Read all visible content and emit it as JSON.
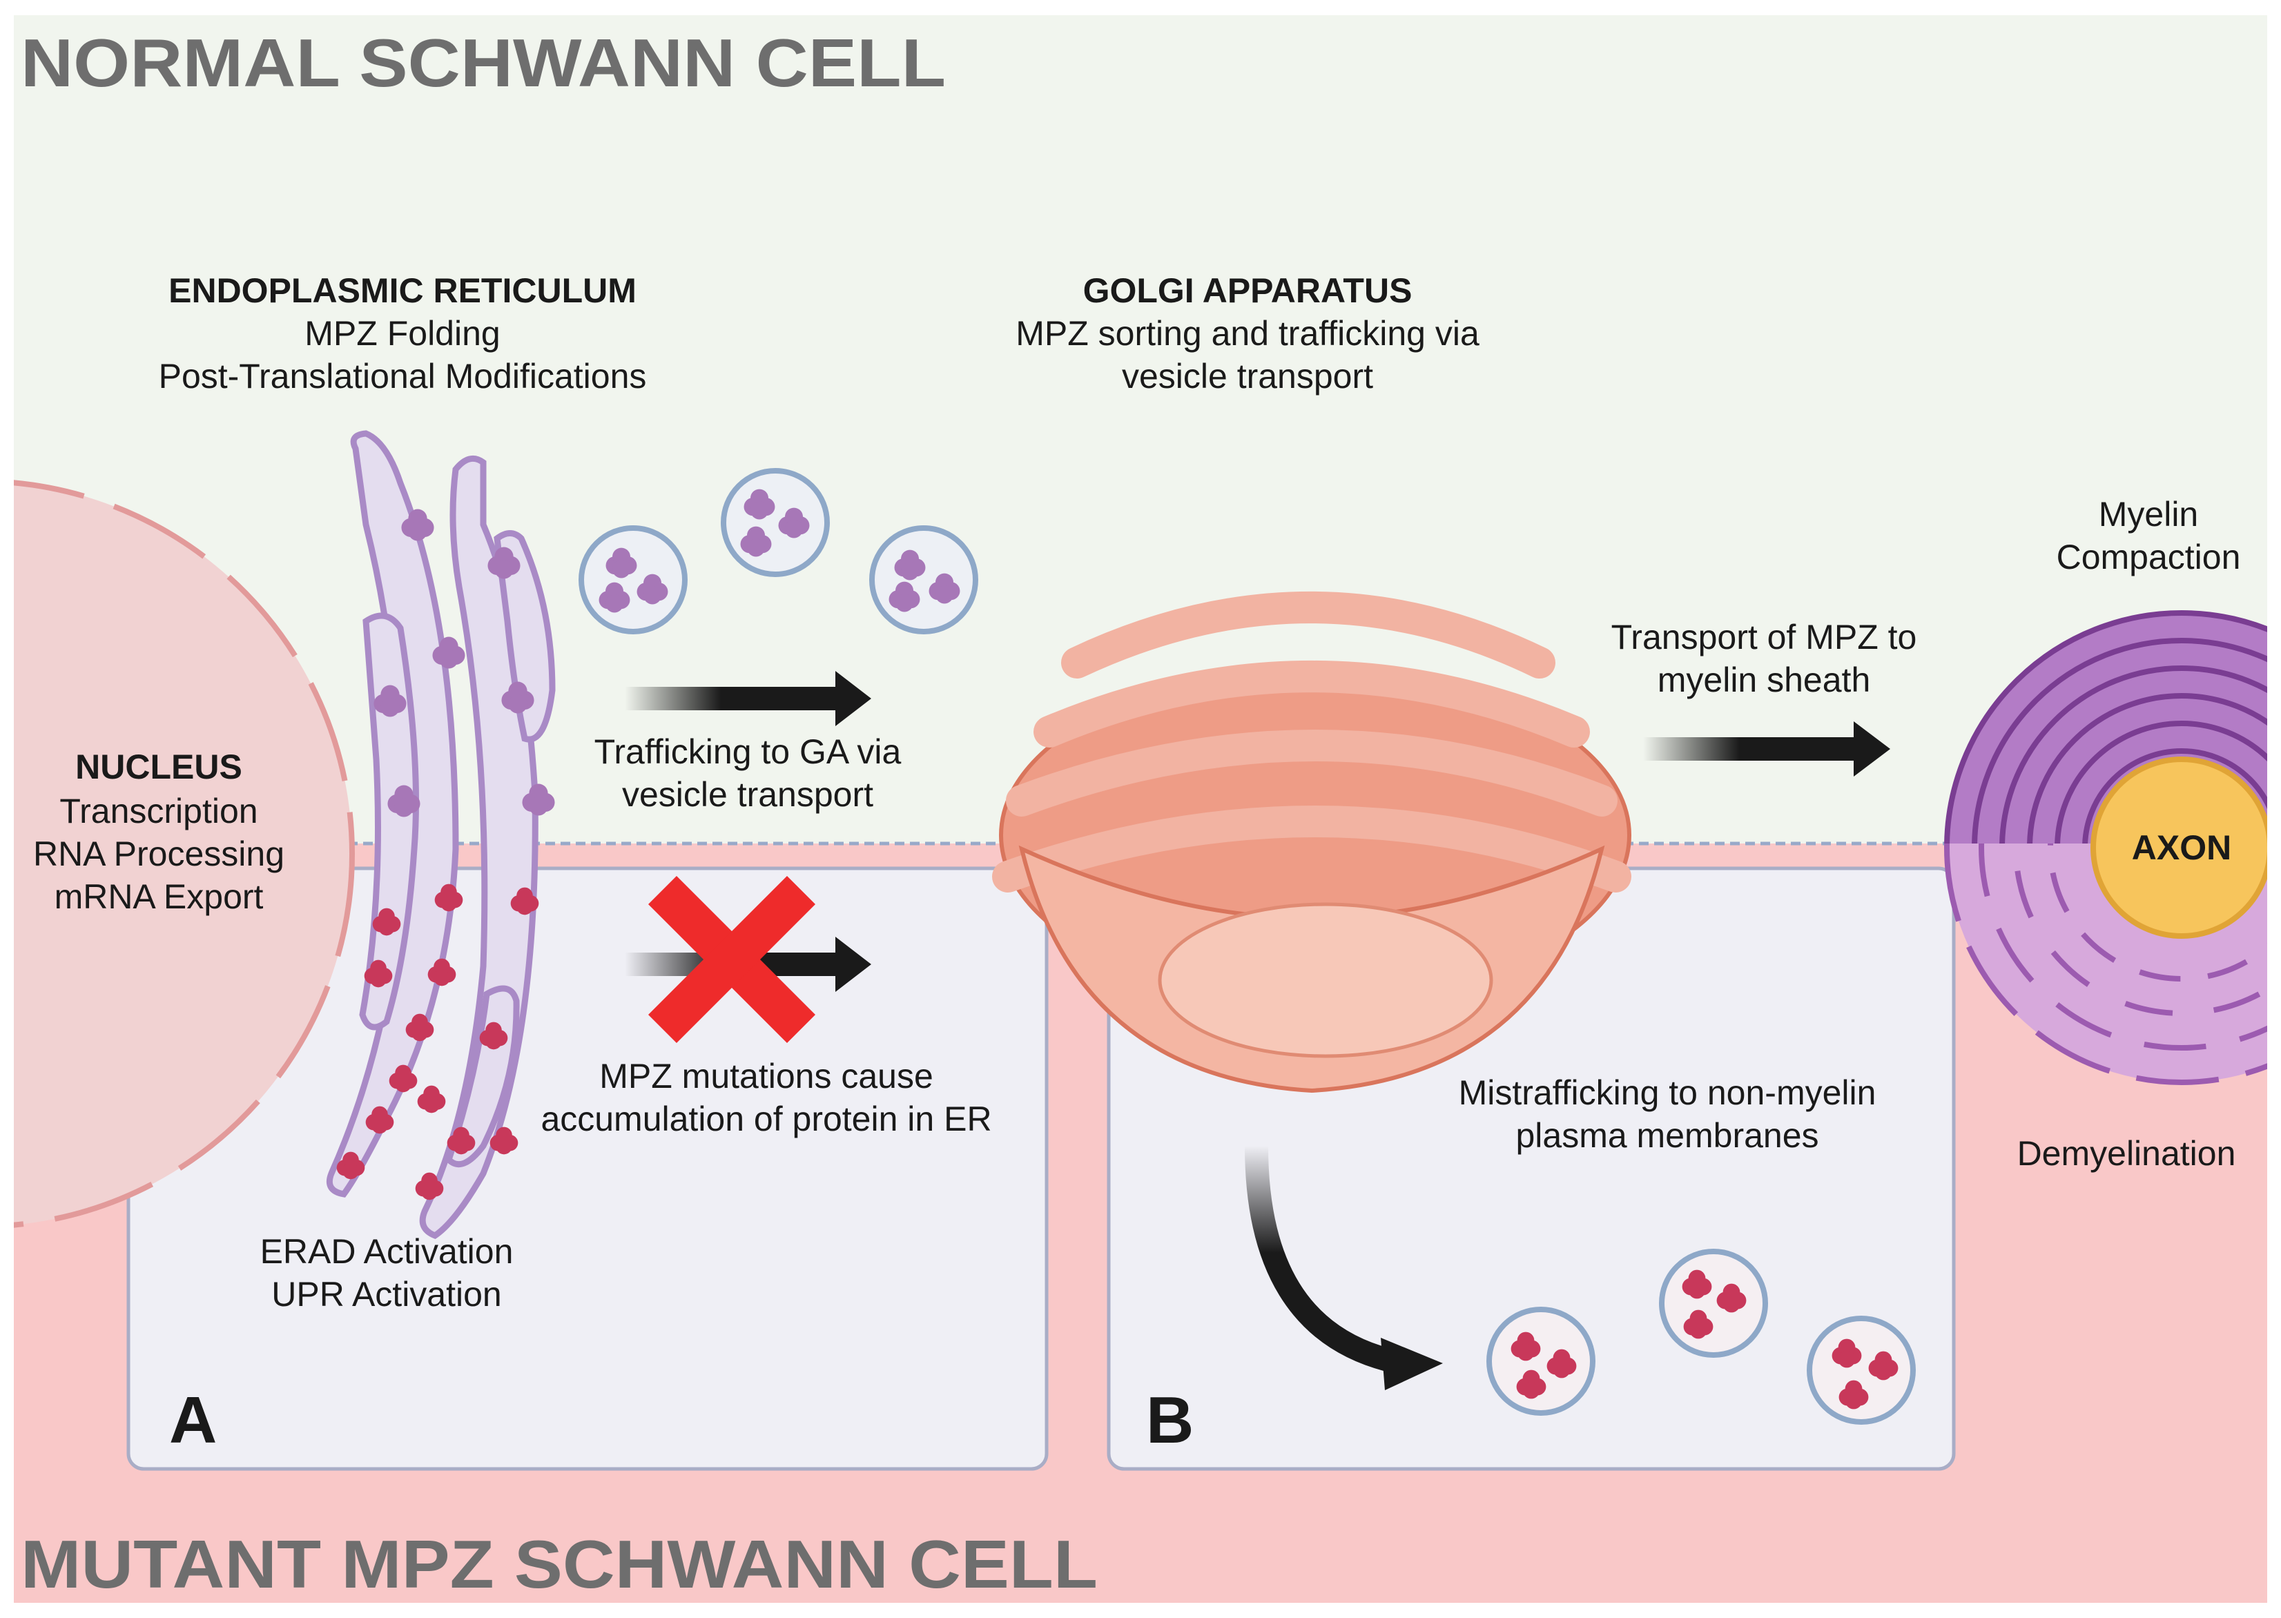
{
  "titles": {
    "normal": "NORMAL SCHWANN CELL",
    "mutant": "MUTANT MPZ SCHWANN CELL"
  },
  "nucleus": {
    "heading": "NUCLEUS",
    "lines": [
      "Transcription",
      "RNA Processing",
      "mRNA Export"
    ]
  },
  "er": {
    "heading": "ENDOPLASMIC RETICULUM",
    "lines": [
      "MPZ Folding",
      "Post-Translational Modifications"
    ],
    "activation_lines": [
      "ERAD Activation",
      "UPR Activation"
    ]
  },
  "golgi": {
    "heading": "GOLGI APPARATUS",
    "lines": [
      "MPZ sorting and trafficking via",
      "vesicle transport"
    ]
  },
  "arrows": {
    "trafficking": [
      "Trafficking to GA via",
      "vesicle transport"
    ],
    "mutations": [
      "MPZ mutations cause",
      "accumulation of protein in ER"
    ],
    "transport": [
      "Transport of MPZ to",
      "myelin sheath"
    ],
    "mistrafficking": [
      "Mistrafficking to non-myelin",
      "plasma membranes"
    ]
  },
  "myelin": {
    "compaction": [
      "Myelin",
      "Compaction"
    ],
    "axon": "AXON",
    "demyelination": "Demyelination"
  },
  "panels": {
    "a": "A",
    "b": "B"
  },
  "colors": {
    "normal_bg": "#f1f5ee",
    "mutant_bg": "#f9c8c8",
    "panel_bg": "#efeff5",
    "panel_border": "#a9adc6",
    "normal_protein": "#a777b7",
    "mutant_protein": "#c8385a",
    "er_fill": "#e4ddef",
    "er_stroke": "#a98ac6",
    "golgi": "#ee9c86",
    "myelin": "#9c5bb0",
    "axon": "#f7c55c",
    "block_x": "#ee2b2b"
  }
}
